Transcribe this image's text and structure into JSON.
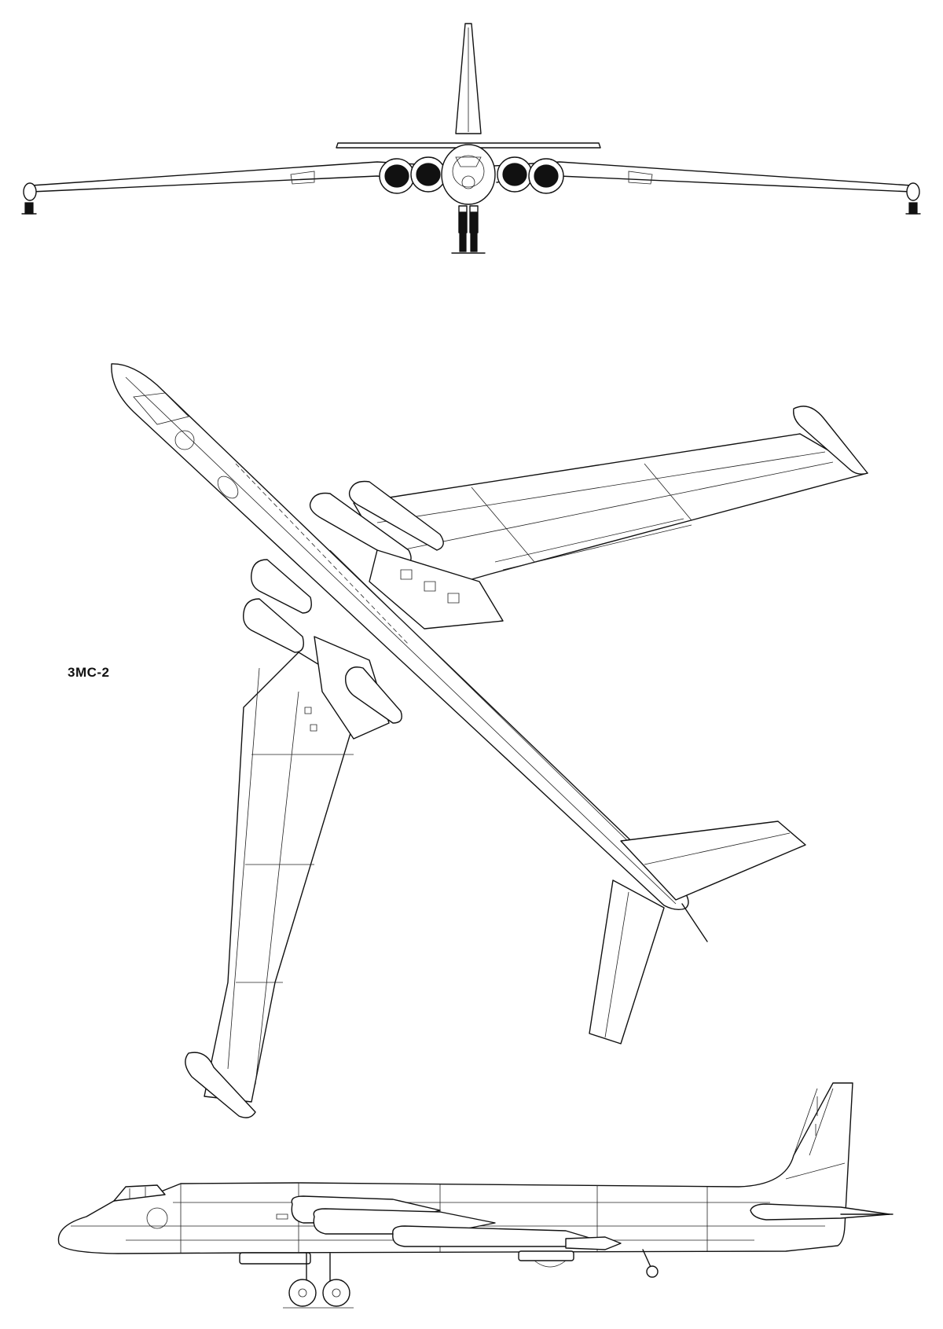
{
  "drawing": {
    "variant_label": "3MC-2",
    "views": [
      "front-view",
      "top-view",
      "side-view"
    ],
    "line_color": "#111111",
    "background_color": "#ffffff"
  }
}
